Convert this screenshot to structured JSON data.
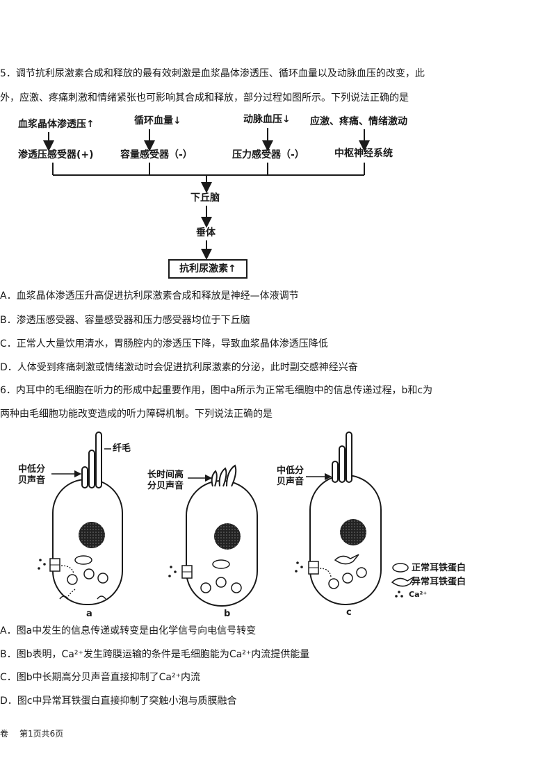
{
  "q5": {
    "stem_line1": "5．调节抗利尿激素合成和释放的最有效刺激是血浆晶体渗透压、循环血量以及动脉血压的改变，此",
    "stem_line2": "外，应激、疼痛刺激和情绪紧张也可影响其合成和释放，部分过程如图所示。下列说法正确的是",
    "diagram": {
      "stim_plasma": "血浆晶体渗透压",
      "stim_blood_volume": "循环血量",
      "stim_arterial": "动脉血压",
      "stim_stress": "应激、疼痛、情绪激动",
      "arrow_up": "↑",
      "arrow_down": "↓",
      "rec_osmo": "渗透压感受器(+)",
      "rec_volume": "容量感受器（-）",
      "rec_pressure": "压力感受器（-）",
      "cns": "中枢神经系统",
      "hypothalamus": "下丘脑",
      "pituitary": "垂体",
      "adh": "抗利尿激素"
    },
    "options": [
      "A．血浆晶体渗透压升高促进抗利尿激素合成和释放是神经—体液调节",
      "B．渗透压感受器、容量感受器和压力感受器均位于下丘脑",
      "C．正常人大量饮用清水，胃肠腔内的渗透压下降，导致血浆晶体渗透压降低",
      "D．人体受到疼痛刺激或情绪激动时会促进抗利尿激素的分泌，此时副交感神经兴奋"
    ]
  },
  "q6": {
    "stem_line1": "6．内耳中的毛细胞在听力的形成中起重要作用，图中a所示为正常毛细胞中的信息传递过程，b和c为",
    "stem_line2": "两种由毛细胞功能改变造成的听力障碍机制。下列说法正确的是",
    "diagram": {
      "cilia": "纤毛",
      "sound_a_1": "中低分",
      "sound_a_2": "贝声音",
      "sound_b_1": "长时间高",
      "sound_b_2": "分贝声音",
      "sound_c_1": "中低分",
      "sound_c_2": "贝声音",
      "legend_normal": "正常耳铁蛋白",
      "legend_abnormal": "异常耳铁蛋白",
      "legend_ca": "Ca²⁺",
      "label_a": "a",
      "label_b": "b",
      "label_c": "c"
    },
    "options": [
      "A．图a中发生的信息传递或转变是由化学信号向电信号转变",
      "B．图b表明，Ca²⁺发生跨膜运输的条件是毛细胞能为Ca²⁺内流提供能量",
      "C．图b中长期高分贝声音直接抑制了Ca²⁺内流",
      "D．图c中异常耳铁蛋白直接抑制了突触小泡与质膜融合"
    ]
  },
  "footer": {
    "left": "卷",
    "page": "第1页共6页"
  }
}
